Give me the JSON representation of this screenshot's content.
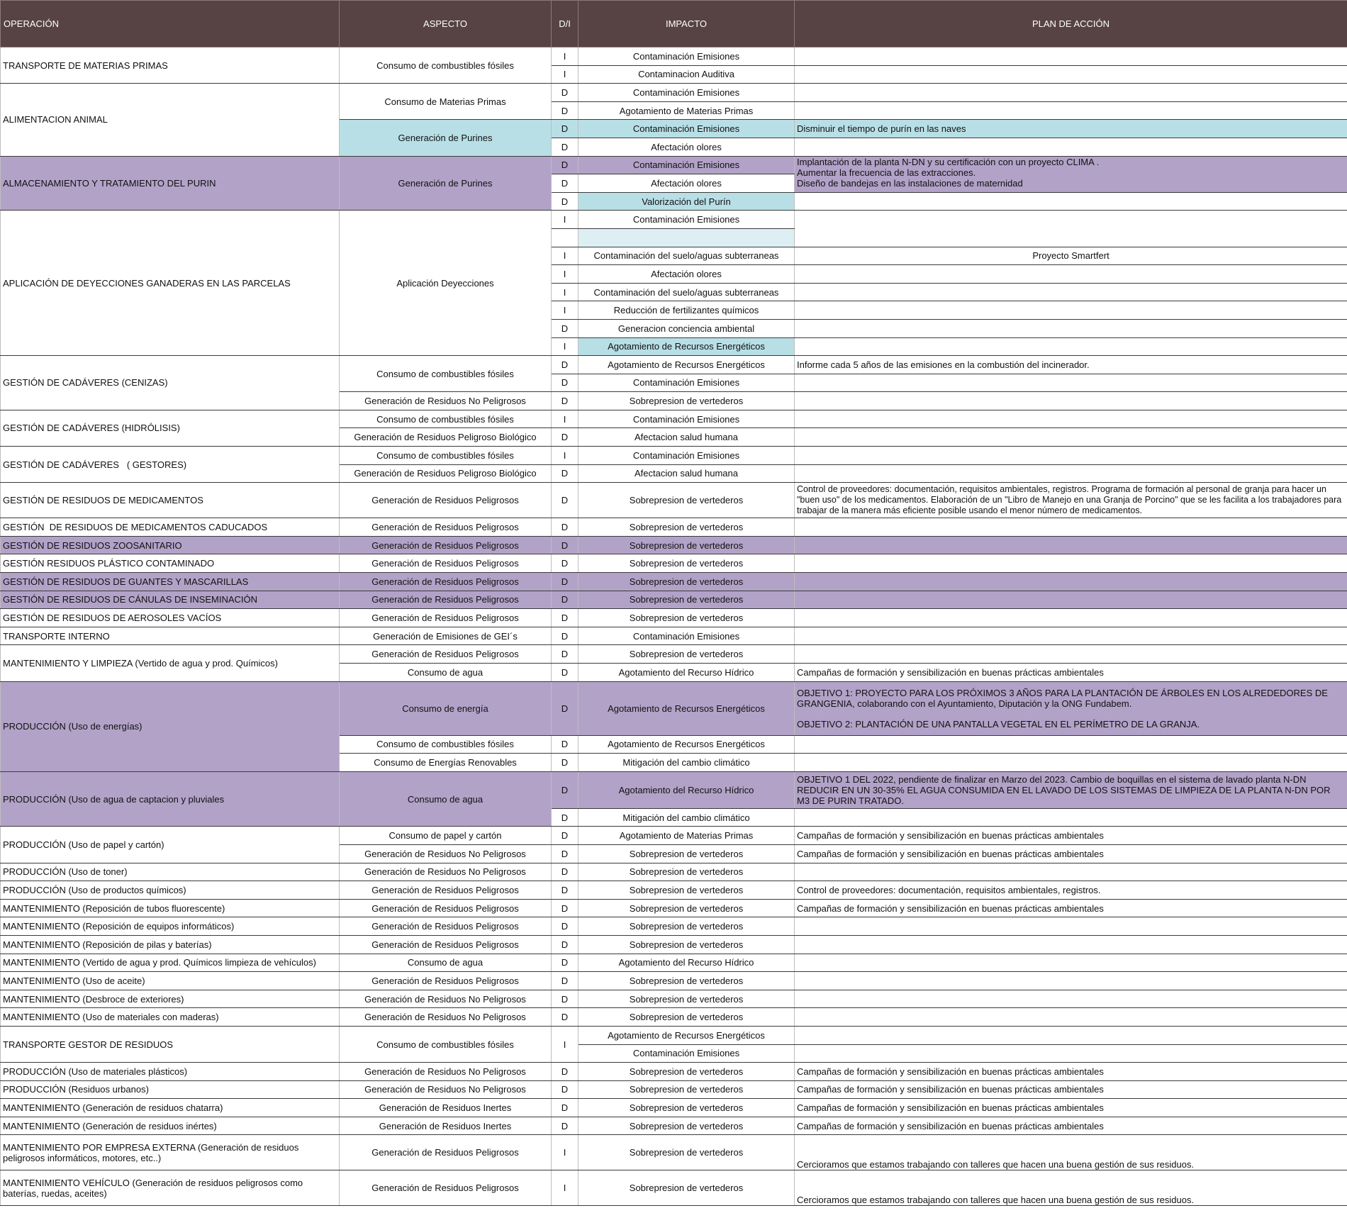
{
  "headers": {
    "operacion": "OPERACIÓN",
    "aspecto": "ASPECTO",
    "di": "D/I",
    "impacto": "IMPACTO",
    "plan": "PLAN DE ACCIÓN"
  },
  "highlight_colors": {
    "header": "#574244",
    "purple": "#b2a2c8",
    "cyan": "#b8dfe6"
  },
  "text": {
    "op_transporte_mp": "TRANSPORTE DE MATERIAS PRIMAS",
    "op_alimentacion": "ALIMENTACION ANIMAL",
    "op_almacenamiento": "ALMACENAMIENTO Y TRATAMIENTO DEL PURIN",
    "op_aplicacion": "APLICACIÓN DE DEYECCIONES GANADERAS EN LAS PARCELAS",
    "op_cad_cenizas": "GESTIÓN DE CADÁVERES (CENIZAS)",
    "op_cad_hidrolisis": "GESTIÓN DE CADÁVERES (HIDRÓLISIS)",
    "op_cad_gestores": "GESTIÓN DE CADÁVERES   ( GESTORES)",
    "op_medicamentos": "GESTIÓN DE RESIDUOS DE MEDICAMENTOS",
    "op_med_caducados": "GESTIÓN  DE RESIDUOS DE MEDICAMENTOS CADUCADOS",
    "op_zoosanitario": "GESTIÓN DE RESIDUOS ZOOSANITARIO",
    "op_plastico_cont": "GESTIÓN RESIDUOS PLÁSTICO CONTAMINADO",
    "op_guantes": "GESTIÓN DE RESIDUOS DE GUANTES Y MASCARILLAS",
    "op_canulas": "GESTIÓN DE RESIDUOS DE CÁNULAS DE INSEMINACIÓN",
    "op_aerosoles": "GESTIÓN DE RESIDUOS DE AEROSOLES VACÍOS",
    "op_transporte_interno": "TRANSPORTE INTERNO",
    "op_mant_limpieza": "MANTENIMIENTO Y LIMPIEZA (Vertido de agua y prod. Químicos)",
    "op_prod_energias": "PRODUCCIÓN (Uso de energías)",
    "op_prod_agua": "PRODUCCIÓN (Uso de agua de captacion y pluviales",
    "op_prod_papel": "PRODUCCIÓN (Uso de papel y cartón)",
    "op_prod_toner": "PRODUCCIÓN (Uso de toner)",
    "op_prod_quimicos": "PRODUCCIÓN (Uso de productos químicos)",
    "op_mant_tubos": "MANTENIMIENTO (Reposición de tubos fluorescente)",
    "op_mant_equipos": "MANTENIMIENTO (Reposición de equipos informáticos)",
    "op_mant_pilas": "MANTENIMIENTO (Reposición de pilas y baterías)",
    "op_mant_vertido_vehiculos": "MANTENIMIENTO (Vertido de agua y prod. Químicos limpieza de vehículos)",
    "op_mant_aceite": "MANTENIMIENTO (Uso de aceite)",
    "op_mant_desbroce": "MANTENIMIENTO (Desbroce de exteriores)",
    "op_mant_maderas": "MANTENIMIENTO (Uso de materiales con maderas)",
    "op_transporte_gestor": "TRANSPORTE GESTOR DE RESIDUOS",
    "op_prod_plasticos": "PRODUCCIÓN (Uso de materiales plásticos)",
    "op_prod_urbanos": "PRODUCCIÓN (Residuos urbanos)",
    "op_mant_chatarra": "MANTENIMIENTO (Generación de residuos chatarra)",
    "op_mant_inertes": "MANTENIMIENTO (Generación de residuos inértes)",
    "op_mant_externa": "MANTENIMIENTO POR EMPRESA EXTERNA (Generación de residuos peligrosos informáticos, motores, etc..)",
    "op_mant_vehiculo": "MANTENIMIENTO VEHÍCULO (Generación de residuos peligrosos como baterías, ruedas, aceites)",
    "asp_combustibles": "Consumo de combustibles fósiles",
    "asp_materias_primas": "Consumo de Materias Primas",
    "asp_purines": "Generación de Purines",
    "asp_aplicacion": "Aplicación Deyecciones",
    "asp_res_no_peligrosos": "Generación de Residuos No Peligrosos",
    "asp_res_peligroso_bio": "Generación de Residuos Peligroso Biológico",
    "asp_res_peligrosos": "Generación de Residuos Peligrosos",
    "asp_gei": "Generación de Emisiones de GEI´s",
    "asp_agua": "Consumo de agua",
    "asp_energia": "Consumo de energía",
    "asp_renovables": "Consumo de Energías Renovables",
    "asp_papel": "Consumo de papel y cartón",
    "asp_inertes": "Generación de Residuos Inertes",
    "di_D": "D",
    "di_I": "I",
    "imp_emisiones": "Contaminación Emisiones",
    "imp_auditiva": "Contaminacion Auditiva",
    "imp_agot_mp": "Agotamiento de Materias Primas",
    "imp_olores": "Afectación olores",
    "imp_valorizacion": "Valorización del Purín",
    "imp_suelo": "Contaminación del suelo/aguas subterraneas",
    "imp_fertilizantes": "Reducción de fertilizantes químicos",
    "imp_conciencia": "Generacion conciencia ambiental",
    "imp_agot_energeticos": "Agotamiento de Recursos Energéticos",
    "imp_vertederos": "Sobrepresion de vertederos",
    "imp_salud": "Afectacion salud humana",
    "imp_hidrico": "Agotamiento del Recurso Hídrico",
    "imp_mitigacion": "Mitigación del cambio climático",
    "plan_purin_naves": "Disminuir el tiempo de purín en las naves",
    "plan_planta_ndn": "Implantación de la planta N-DN y su certificación con un proyecto CLIMA .",
    "plan_extracciones": "Aumentar la frecuencia de las extracciones.",
    "plan_bandejas": "Diseño de bandejas en las instalaciones de maternidad",
    "plan_smartfert": "Proyecto Smartfert",
    "plan_informe": "Informe cada 5 años de las emisiones en la combustión del incinerador.",
    "plan_proveedores_largo": "Control de proveedores: documentación, requisitos ambientales, registros. Programa de formación al personal de granja para hacer un \"buen uso\" de los medicamentos.  Elaboración de un \"Libro de Manejo en una Granja de Porcino\" que se les facilita a los trabajadores para trabajar de la manera más eficiente posible usando el menor número de medicamentos.",
    "plan_campanas": "Campañas de formación y sensibilización en buenas prácticas ambientales",
    "plan_objetivo1_arboles": "OBJETIVO 1: PROYECTO PARA LOS PRÓXIMOS 3 AÑOS PARA LA PLANTACIÓN DE ÁRBOLES EN LOS ALREDEDORES DE GRANGENIA, colaborando con el Ayuntamiento, Diputación y la ONG Fundabem.",
    "plan_objetivo2_pantalla": "OBJETIVO 2: PLANTACIÓN DE UNA PANTALLA VEGETAL EN EL PERÍMETRO DE LA GRANJA.",
    "plan_objetivo_2022": "OBJETIVO 1 DEL 2022, pendiente de finalizar en Marzo del 2023. Cambio de boquillas en el sistema de lavado planta N-DN REDUCIR EN UN 30-35%  EL AGUA CONSUMIDA EN EL LAVADO DE LOS SISTEMAS DE LIMPIEZA DE LA PLANTA N-DN POR M3 DE PURIN TRATADO.",
    "plan_proveedores_corto": "Control de proveedores: documentación, requisitos ambientales, registros.",
    "plan_talleres": "Cercioramos que estamos trabajando con talleres que hacen una buena gestión de sus residuos."
  }
}
